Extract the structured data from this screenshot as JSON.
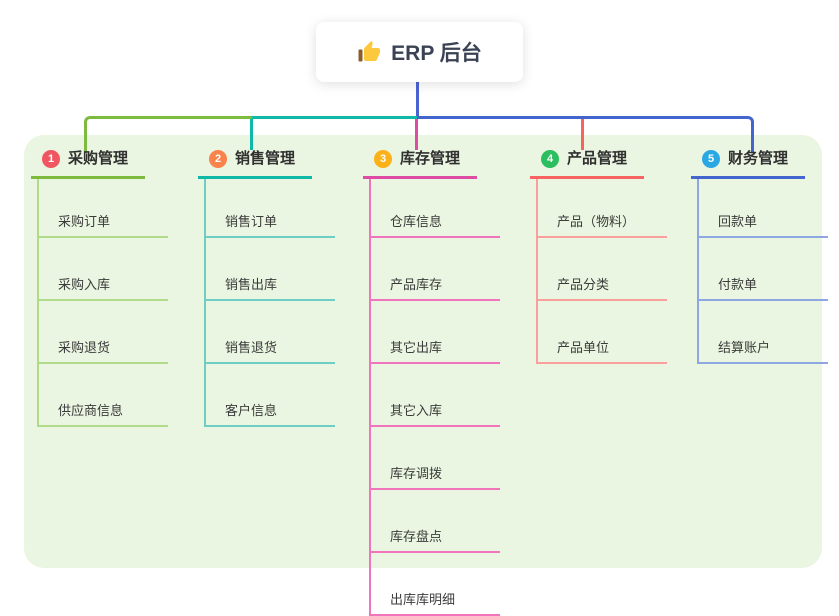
{
  "root": {
    "title": "ERP 后台",
    "icon": "thumbs-up-icon"
  },
  "colors": {
    "panel_bg": "#eaf6e1",
    "root_connector": "#4b64d3",
    "text": "#303030",
    "thumb_hand": "#fdc93c",
    "thumb_sleeve": "#8a5c2e"
  },
  "branches": [
    {
      "number": "1",
      "title": "采购管理",
      "badge_color": "#ef5661",
      "line_color": "#7dbb3f",
      "child_line_color": "#b0db89",
      "children": [
        "采购订单",
        "采购入库",
        "采购退货",
        "供应商信息"
      ]
    },
    {
      "number": "2",
      "title": "销售管理",
      "badge_color": "#f9834a",
      "line_color": "#0fb9a7",
      "child_line_color": "#6fcec3",
      "children": [
        "销售订单",
        "销售出库",
        "销售退货",
        "客户信息"
      ]
    },
    {
      "number": "3",
      "title": "库存管理",
      "badge_color": "#fbb117",
      "line_color": "#de4ca4",
      "child_line_color": "#f075bd",
      "children": [
        "仓库信息",
        "产品库存",
        "其它出库",
        "其它入库",
        "库存调拨",
        "库存盘点",
        "出库库明细"
      ]
    },
    {
      "number": "4",
      "title": "产品管理",
      "badge_color": "#2cbe5f",
      "line_color": "#f76360",
      "child_line_color": "#f9a09d",
      "children": [
        "产品（物料）",
        "产品分类",
        "产品单位"
      ]
    },
    {
      "number": "5",
      "title": "财务管理",
      "badge_color": "#2aa8e4",
      "line_color": "#4365ce",
      "child_line_color": "#8ea6e2",
      "children": [
        "回款单",
        "付款单",
        "结算账户"
      ]
    }
  ]
}
